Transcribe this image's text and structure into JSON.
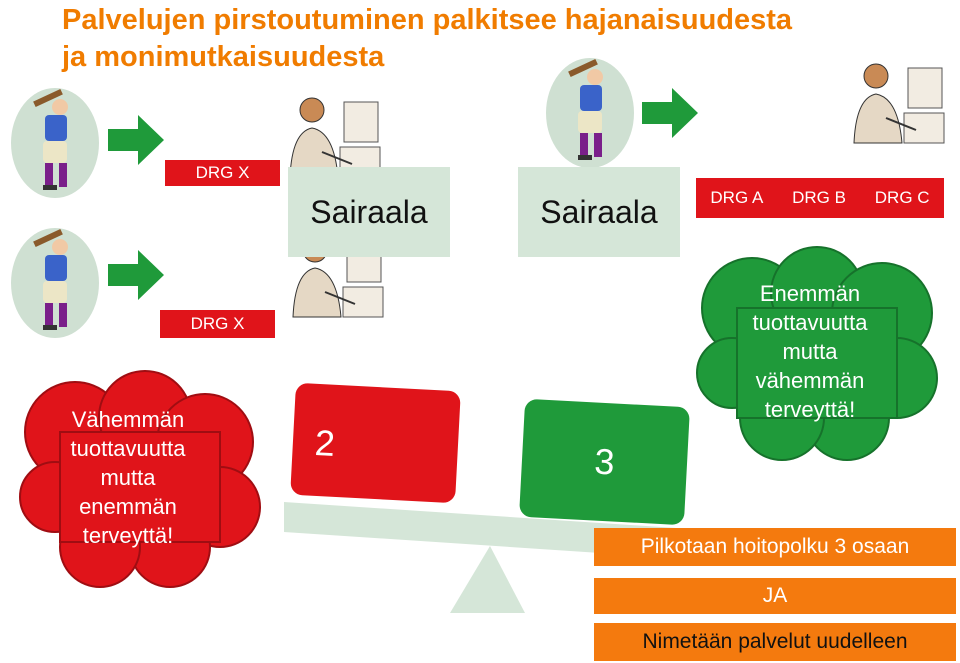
{
  "title": {
    "line1": "Palvelujen pirstoutuminen palkitsee hajanaisuudesta",
    "line2": "ja monimutkaisuudesta"
  },
  "drg_top": "DRG X",
  "drg_mid": "DRG X",
  "hospital_left": "Sairaala",
  "hospital_right": "Sairaala",
  "drg_codes": [
    "DRG A",
    "DRG B",
    "DRG C"
  ],
  "cloud_right": [
    "Enemmän",
    "tuottavuutta",
    "mutta",
    "vähemmän",
    "terveyttä!"
  ],
  "cloud_left": [
    "Vähemmän",
    "tuottavuutta",
    "mutta",
    "enemmän",
    "terveyttä!"
  ],
  "scale": {
    "left_value": "2",
    "right_value": "3"
  },
  "actions": {
    "split": "Pilkotaan hoitopolku 3 osaan",
    "and": "JA",
    "rename": "Nimetään palvelut uudelleen"
  },
  "colors": {
    "title": "#f07c00",
    "red": "#e0141a",
    "green": "#1f9a3a",
    "orange": "#f47a0e",
    "pale_green": "#d5e6d8"
  },
  "icons": [
    "patient-figure-icon",
    "doctor-at-computer-icon",
    "green-arrow-icon"
  ]
}
